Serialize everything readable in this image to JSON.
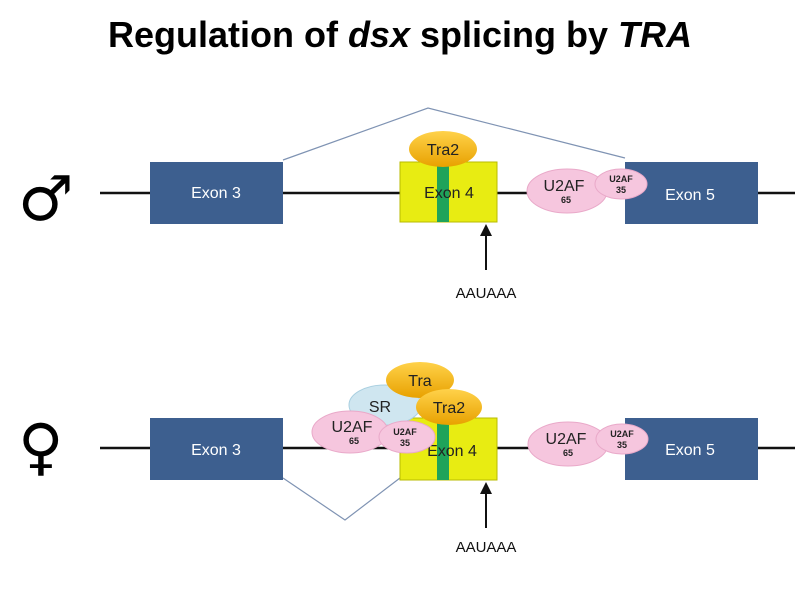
{
  "title": {
    "prefix": "Regulation of ",
    "gene": "dsx",
    "middle": " splicing by ",
    "factor": "TRA"
  },
  "male": {
    "symbol": "♂",
    "exons": {
      "exon3": "Exon 3",
      "exon4": "Exon 4",
      "exon5": "Exon 5"
    },
    "proteins": {
      "tra2": "Tra2",
      "u2af": "U2AF",
      "u2af65": "65",
      "u2af_small": "U2AF",
      "u2af35": "35"
    },
    "signal": "AAUAAA"
  },
  "female": {
    "symbol": "♀",
    "exons": {
      "exon3": "Exon 3",
      "exon4": "Exon 4",
      "exon5": "Exon 5"
    },
    "proteins": {
      "tra": "Tra",
      "sr": "SR",
      "tra2": "Tra2",
      "left_u2af": "U2AF",
      "left_u2af65": "65",
      "left_u2af_small": "U2AF",
      "left_u2af35": "35",
      "right_u2af": "U2AF",
      "right_u2af65": "65",
      "right_u2af_small": "U2AF",
      "right_u2af35": "35"
    },
    "signal": "AAUAAA"
  },
  "colors": {
    "exon_blue": "#3d5f8f",
    "exon4_yellow": "#e8ec12",
    "exon4_green": "#1fa35a",
    "tra_orange": "#f5b400",
    "u2af_pink": "#f6c6de",
    "sr_lightblue": "#cfe6f0",
    "splice_line": "#7f93b3"
  }
}
